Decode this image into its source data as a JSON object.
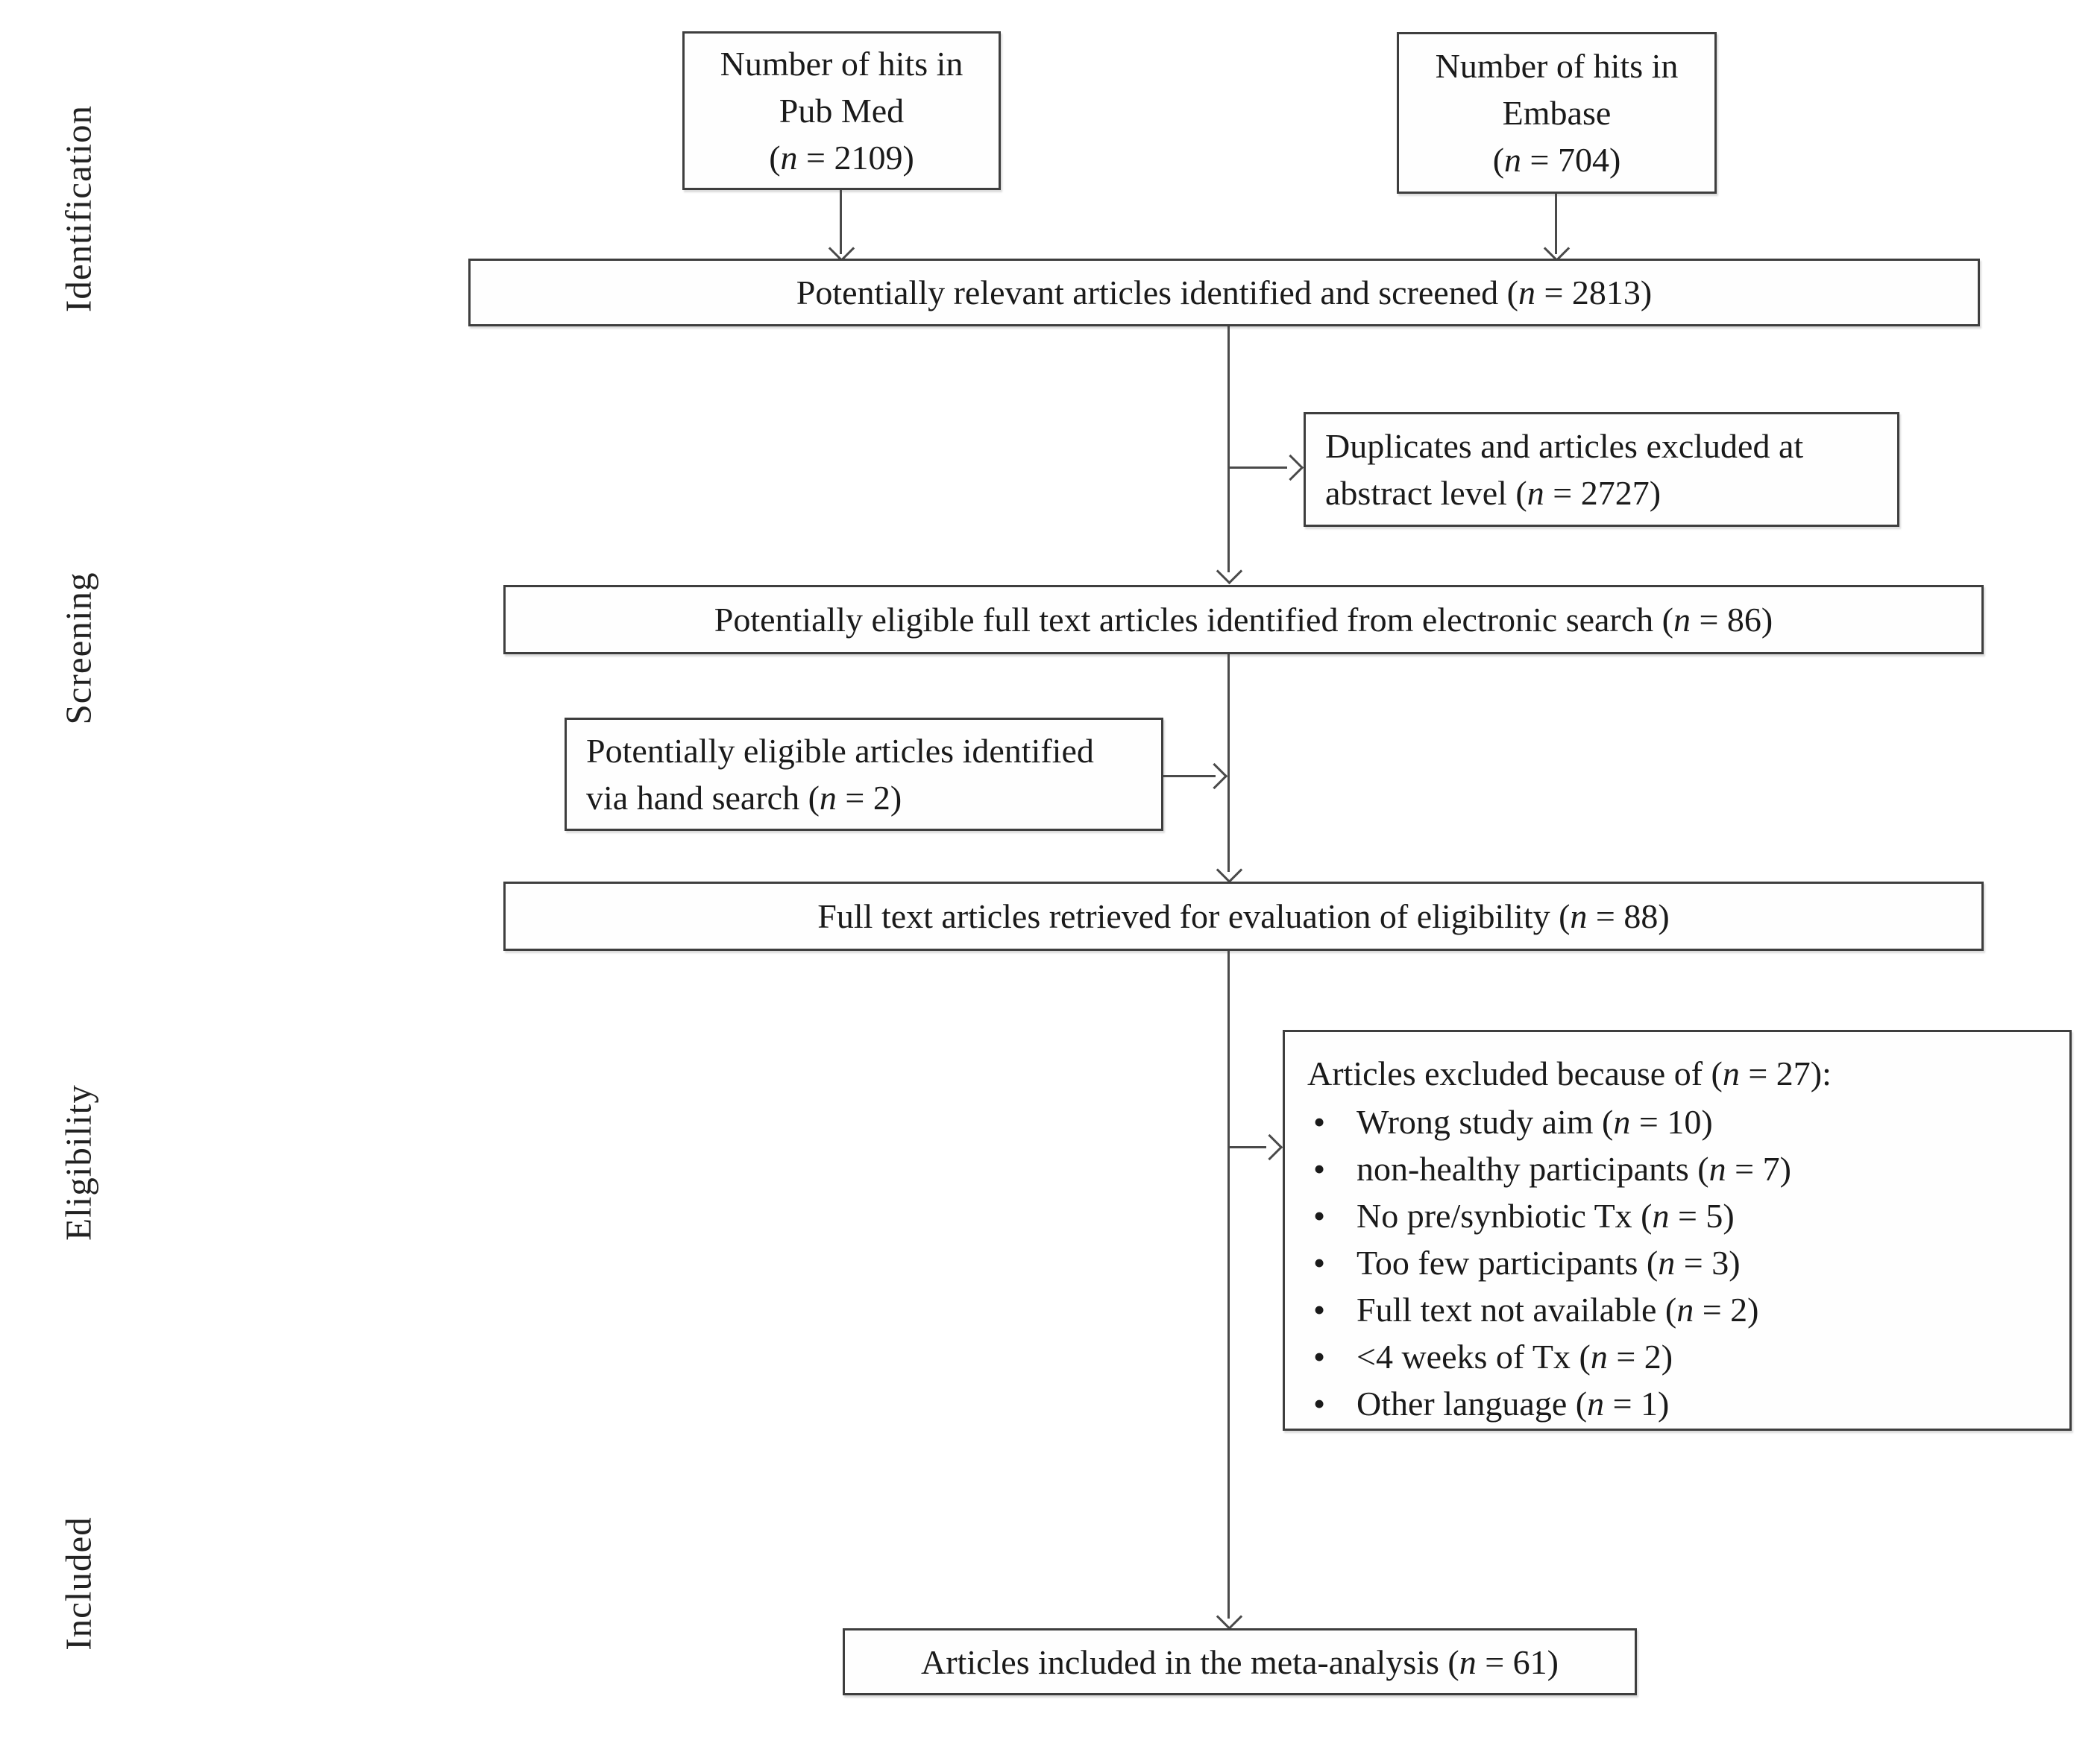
{
  "diagram": {
    "colors": {
      "background": "#ffffff",
      "box_border": "#3e3e3e",
      "line": "#4a4a4a",
      "text": "#1a1a1a"
    },
    "stages": [
      {
        "label": "Identification"
      },
      {
        "label": "Screening"
      },
      {
        "label": "Eligibility"
      },
      {
        "label": "Included"
      }
    ],
    "boxes": {
      "pubmed": {
        "lines": [
          "Number of hits in",
          "Pub Med",
          "(n = 2109)"
        ]
      },
      "embase": {
        "lines": [
          "Number of hits in",
          "Embase",
          "(n = 704)"
        ]
      },
      "screened": {
        "text": "Potentially relevant articles identified and screened (n = 2813)"
      },
      "duplicates": {
        "text": "Duplicates and articles excluded at abstract level (n = 2727)"
      },
      "electronic": {
        "text": "Potentially eligible full text articles identified from electronic search (n = 86)"
      },
      "hand_search": {
        "text": "Potentially eligible articles identified via hand search (n = 2)"
      },
      "full_text": {
        "text": "Full text articles retrieved for evaluation of eligibility (n = 88)"
      },
      "excluded": {
        "heading": "Articles excluded because of (n = 27):",
        "items": [
          "Wrong study aim (n = 10)",
          "non-healthy participants (n = 7)",
          "No pre/synbiotic Tx (n = 5)",
          "Too few participants (n = 3)",
          "Full text not available (n = 2)",
          "<4 weeks of Tx (n = 2)",
          "Other language (n = 1)"
        ]
      },
      "included": {
        "text": "Articles included in the meta-analysis (n = 61)"
      }
    }
  }
}
